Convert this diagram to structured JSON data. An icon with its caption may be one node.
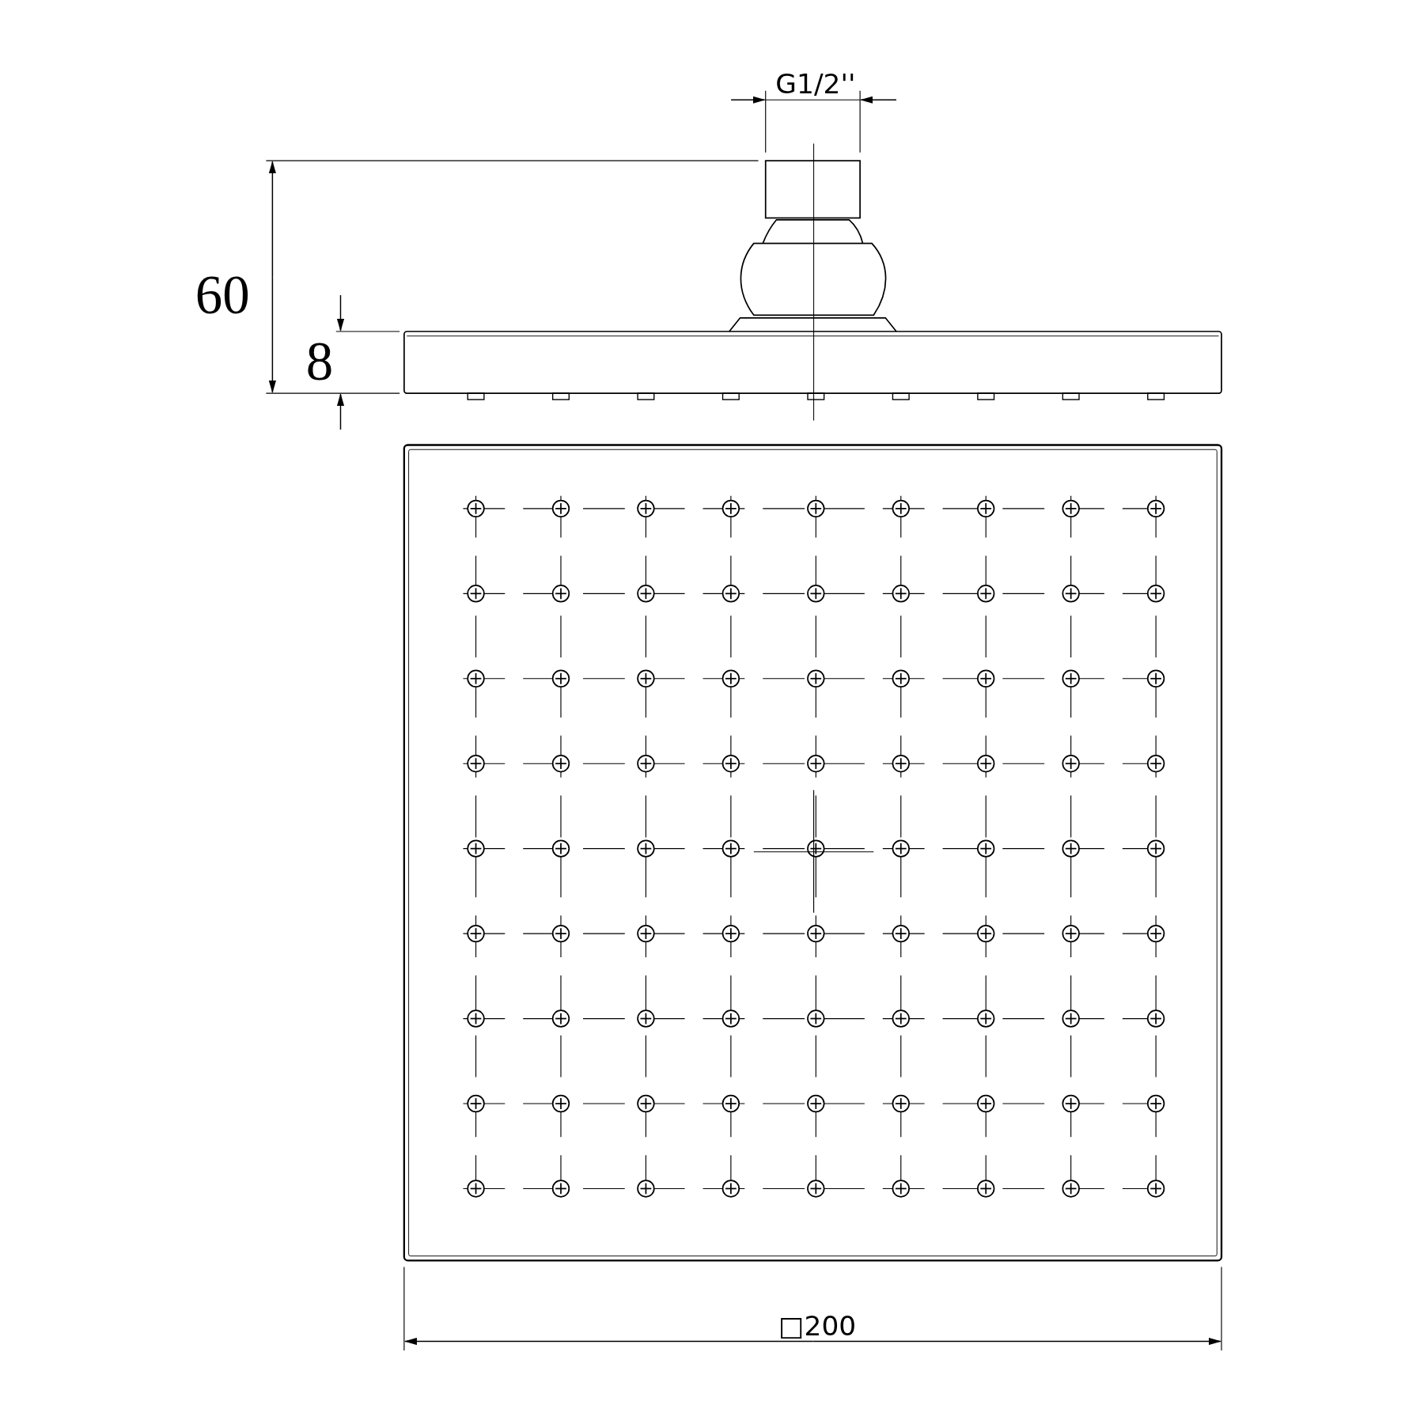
{
  "diagram": {
    "labels": [
      "G1/2''",
      "60",
      "8",
      "□200"
    ]
  }
}
